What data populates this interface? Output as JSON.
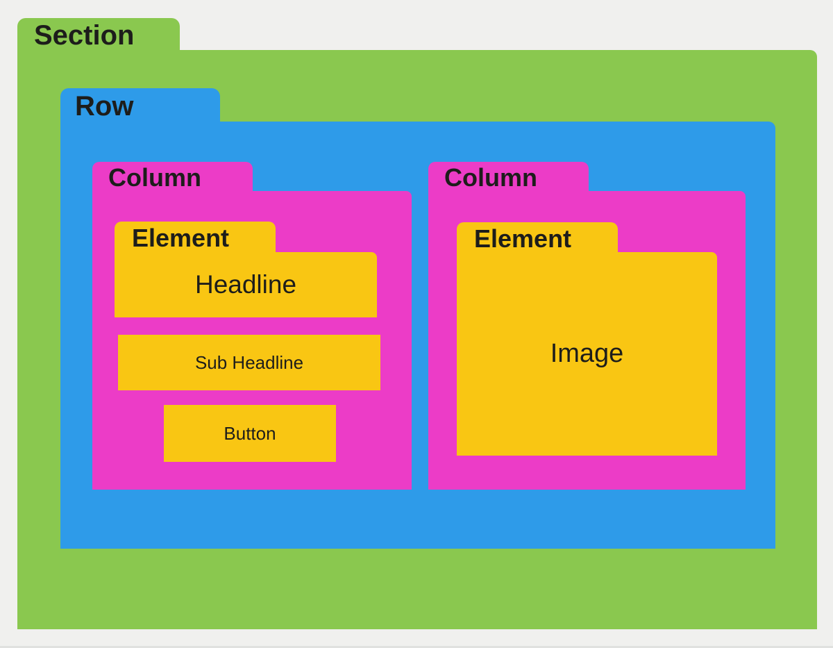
{
  "colors": {
    "background": "#F0F0EE",
    "section": "#8AC84F",
    "row": "#2E9BE9",
    "column": "#EC3CC7",
    "element": "#F9C613",
    "text": "#1D1D1B"
  },
  "section": {
    "label": "Section",
    "row": {
      "label": "Row",
      "columns": [
        {
          "label": "Column",
          "elements": [
            {
              "type": "element-folder",
              "label": "Element",
              "content": "Headline"
            },
            {
              "type": "block",
              "content": "Sub Headline"
            },
            {
              "type": "block",
              "content": "Button"
            }
          ]
        },
        {
          "label": "Column",
          "elements": [
            {
              "type": "element-folder",
              "label": "Element",
              "content": "Image"
            }
          ]
        }
      ]
    }
  }
}
